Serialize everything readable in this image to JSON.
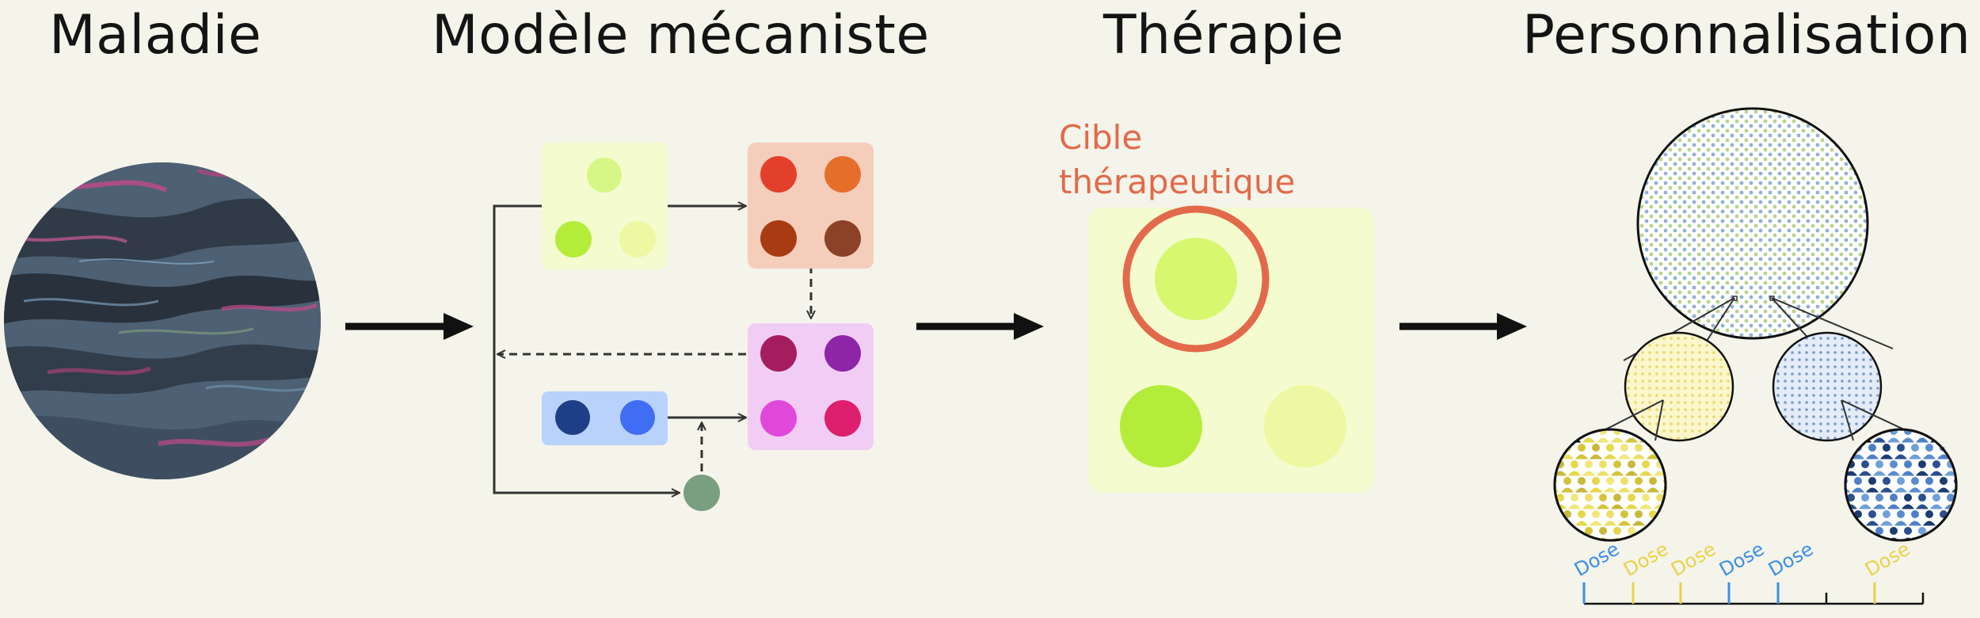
{
  "titles": {
    "disease": "Maladie",
    "model": "Modèle mécaniste",
    "therapy": "Thérapie",
    "personalization": "Personnalisation"
  },
  "therapy": {
    "target_label_line1": "Cible",
    "target_label_line2": "thérapeutique"
  },
  "dose": {
    "label": "Dose",
    "items": [
      {
        "color": "#3d8fe6"
      },
      {
        "color": "#e9d24a"
      },
      {
        "color": "#e9d24a"
      },
      {
        "color": "#3d8fe6"
      },
      {
        "color": "#3d8fe6"
      },
      {
        "color": "#e9d24a"
      }
    ]
  },
  "colors": {
    "background": "#f4f4ea",
    "arrow": "#111111",
    "target_ring": "#e26a4a",
    "box_green": "#f4fbcf",
    "box_orange": "#f5cdbb",
    "box_purple": "#f1cdf6",
    "box_blue": "#b9d2fb",
    "node_small": "#7a9e80"
  },
  "icons": [
    "tissue-image",
    "population-icons"
  ]
}
